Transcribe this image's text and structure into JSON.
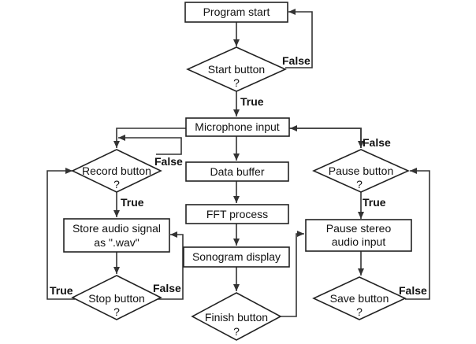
{
  "nodes": {
    "program_start": "Program start",
    "start_button_q": "Start button",
    "microphone_input": "Microphone input",
    "record_button_q": "Record button",
    "data_buffer": "Data buffer",
    "pause_button_q": "Pause button",
    "store_audio_line1": "Store audio signal",
    "store_audio_line2": "as \".wav\"",
    "fft_process": "FFT process",
    "pause_stereo_line1": "Pause stereo",
    "pause_stereo_line2": "audio input",
    "sonogram_display": "Sonogram display",
    "stop_button_q": "Stop button",
    "save_button_q": "Save button",
    "finish_button_q": "Finish button",
    "question_mark": "?"
  },
  "edge_labels": {
    "start_false": "False",
    "start_true": "True",
    "record_false": "False",
    "record_true": "True",
    "pause_false": "False",
    "pause_true": "True",
    "stop_true": "True",
    "stop_false": "False",
    "save_false": "False"
  },
  "colors": {
    "stroke": "#222222",
    "text": "#111111",
    "background": "#ffffff"
  }
}
